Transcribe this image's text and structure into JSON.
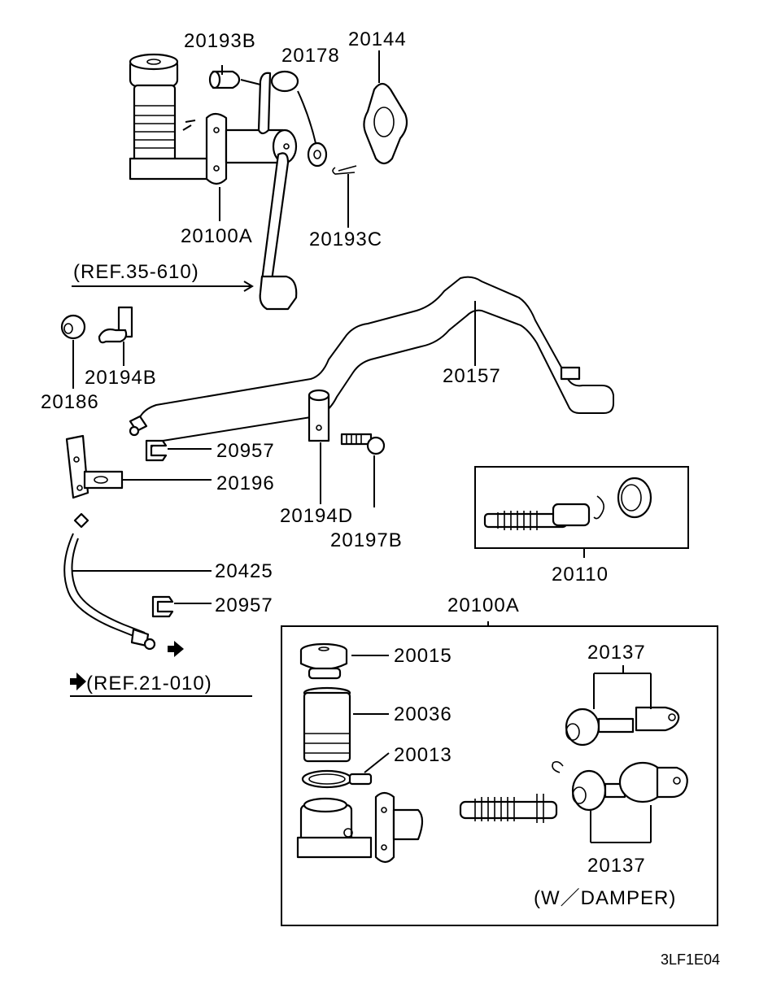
{
  "labels": {
    "p20193B": "20193B",
    "p20178": "20178",
    "p20144": "20144",
    "p20100A_top": "20100A",
    "p20193C": "20193C",
    "ref35": "(REF.35-610)",
    "p20194B": "20194B",
    "p20186": "20186",
    "p20157": "20157",
    "p20957_a": "20957",
    "p20196": "20196",
    "p20194D": "20194D",
    "p20197B": "20197B",
    "p20110": "20110",
    "p20425": "20425",
    "p20957_b": "20957",
    "p20100A_box": "20100A",
    "ref21": "(REF.21-010)",
    "p20015": "20015",
    "p20036": "20036",
    "p20013": "20013",
    "p20137_a": "20137",
    "p20137_b": "20137",
    "damper": "(W／DAMPER)",
    "code": "3LF1E04"
  }
}
